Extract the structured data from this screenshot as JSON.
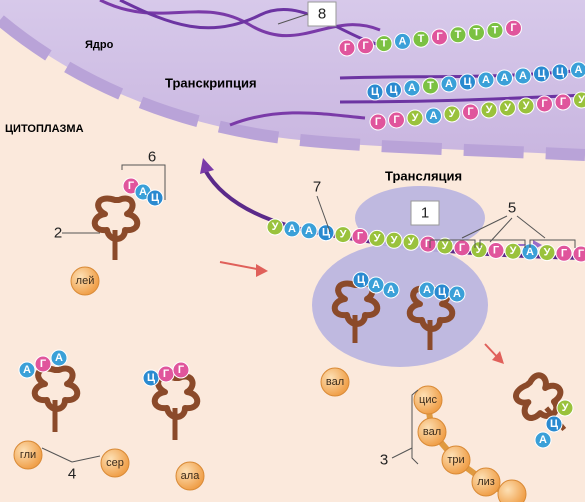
{
  "regions": {
    "nucleus": "Ядро",
    "cytoplasm": "ЦИТОПЛАЗМА",
    "transcription": "Транскрипция",
    "translation": "Трансляция"
  },
  "colors": {
    "G": "#e0559c",
    "C": "#2a8ad0",
    "A": "#3aa0d8",
    "T": "#7bc142",
    "U": "#9ac23c",
    "amino_acid": "#f0a04a",
    "trna": "#8b4a2a"
  },
  "dna_sequences": [
    [
      "Г",
      "Г",
      "Т",
      "А",
      "Т",
      "Г",
      "Т",
      "Т",
      "Т",
      "Г"
    ],
    [
      "Ц",
      "Ц",
      "А",
      "Т",
      "А",
      "Ц",
      "А",
      "А",
      "А",
      "Ц",
      "Ц",
      "А"
    ],
    [
      "Г",
      "Г",
      "У",
      "А",
      "У",
      "Г",
      "У",
      "У",
      "У",
      "Г",
      "Г",
      "У"
    ]
  ],
  "mrna_sequence": [
    "У",
    "А",
    "А",
    "Ц",
    "У",
    "Г",
    "У",
    "У",
    "У",
    "Г",
    "У",
    "Г",
    "У",
    "Г",
    "У",
    "А",
    "У",
    "Г",
    "Г"
  ],
  "trnas": [
    {
      "anticodon": [
        "Г",
        "А",
        "Ц"
      ],
      "amino_acid": "лей"
    },
    {
      "anticodon": [
        "А",
        "Г",
        "А"
      ],
      "amino_acid": "гли"
    },
    {
      "anticodon": [
        "Ц",
        "Г",
        "Г"
      ],
      "amino_acid": "ала"
    },
    {
      "anticodon": [
        "Ц",
        "А",
        "А"
      ],
      "amino_acid": "вал"
    },
    {
      "anticodon": [
        "А",
        "Ц",
        "А"
      ],
      "amino_acid": "цис"
    },
    {
      "anticodon": [
        "А",
        "Ц",
        "У"
      ],
      "amino_acid": ""
    }
  ],
  "free_amino_acid": "сер",
  "polypeptide": [
    "цис",
    "вал",
    "три",
    "лиз"
  ],
  "labels": [
    "1",
    "2",
    "3",
    "4",
    "5",
    "6",
    "7",
    "8"
  ]
}
